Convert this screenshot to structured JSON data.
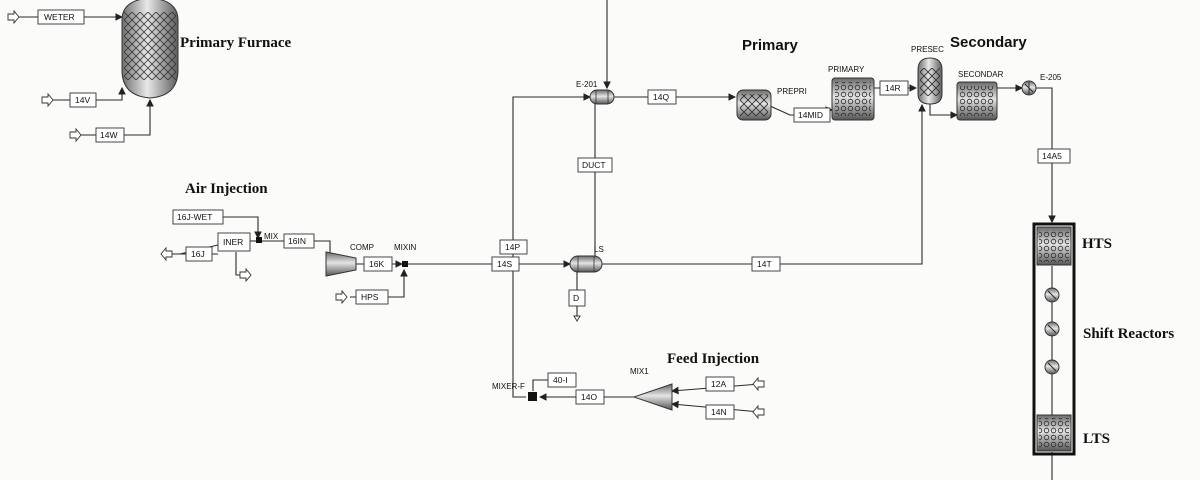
{
  "titles": {
    "primary_furnace": "Primary Furnace",
    "air_injection": "Air Injection",
    "primary": "Primary",
    "secondary": "Secondary",
    "feed_injection": "Feed Injection",
    "hts": "HTS",
    "shift_reactors": "Shift Reactors",
    "lts": "LTS"
  },
  "streams": {
    "weter": "WETER",
    "s14v": "14V",
    "s14w": "14W",
    "s16jwet": "16J-WET",
    "s16j": "16J",
    "s16in": "16IN",
    "s16k": "16K",
    "hps": "HPS",
    "s14p": "14P",
    "s14s": "14S",
    "s14q": "14Q",
    "duct": "DUCT",
    "s14mid": "14MID",
    "s14r": "14R",
    "s14t": "14T",
    "d": "D",
    "s14a5": "14A5",
    "s40i": "40-I",
    "s14o": "14O",
    "s12a": "12A",
    "s14n": "14N"
  },
  "equipment": {
    "iner": "INER",
    "mix": "MIX",
    "comp": "COMP",
    "mixin": "MIXIN",
    "e201": "E-201",
    "prepri": "PREPRI",
    "primary": "PRIMARY",
    "presec": "PRESEC",
    "secondar": "SECONDAR",
    "e205": "E-205",
    "ls": "LS",
    "mix1": "MIX1",
    "mixer_f": "MIXER-F"
  }
}
